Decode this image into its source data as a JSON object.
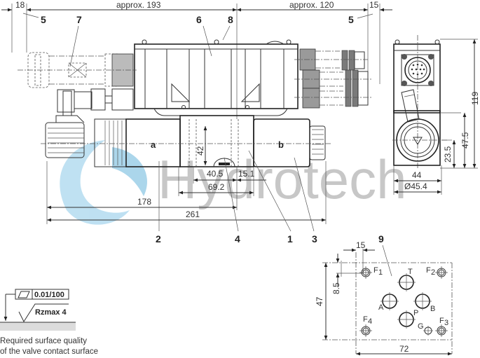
{
  "drawing": {
    "title": "Directional valve dimensions drawing",
    "watermark": "Hydrotech",
    "top_dimensions": {
      "left_connector": "18",
      "main_width": "approx. 193",
      "right_width": "approx. 120",
      "right_connector": "15"
    },
    "callouts": {
      "c1": "1",
      "c2": "2",
      "c3": "3",
      "c4": "4",
      "c5_left": "5",
      "c5_right": "5",
      "c6": "6",
      "c7": "7",
      "c8": "8",
      "c9": "9"
    },
    "front_view": {
      "solenoid_a_label": "a",
      "solenoid_b_label": "b",
      "dims": {
        "height_42": "42",
        "d_40_5": "40.5",
        "d_15_1": "15.1",
        "d_69_2": "69.2",
        "d_178": "178",
        "d_261": "261"
      }
    },
    "side_view": {
      "dims": {
        "height_119": "119",
        "height_47_5": "47.5",
        "height_23_5": "23.5",
        "width_44": "44",
        "diameter": "Ø45.4"
      }
    },
    "port_pattern": {
      "dims": {
        "offset_15": "15",
        "offset_8_5": "8.5",
        "height_47": "47",
        "width_72": "72"
      },
      "ports": {
        "T": "T",
        "A": "A",
        "B": "B",
        "P": "P",
        "G": "G",
        "F1": "F",
        "F1_sub": "1",
        "F2": "F",
        "F2_sub": "2",
        "F3": "F",
        "F3_sub": "3",
        "F4": "F",
        "F4_sub": "4"
      }
    },
    "surface_spec": {
      "flatness": "0.01/100",
      "roughness": "Rzmax 4",
      "caption_line1": "Required surface quality",
      "caption_line2": "of the valve contact surface"
    }
  }
}
